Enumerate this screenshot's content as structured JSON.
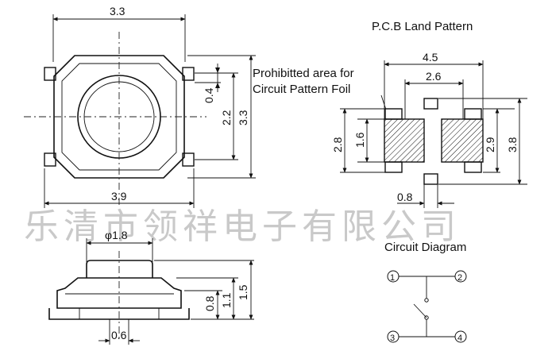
{
  "top_view": {
    "width_dim": "3.3",
    "overall_dim": "3.9",
    "dim_04": "0.4",
    "dim_22": "2.2",
    "dim_33": "3.3"
  },
  "side_view": {
    "diameter_dim": "φ1.8",
    "dim_08": "0.8",
    "dim_11": "1.1",
    "dim_15": "1.5",
    "dim_06": "0.6"
  },
  "pcb": {
    "title": "P.C.B Land Pattern",
    "prohibit_line1": "Prohibitted area for",
    "prohibit_line2": "Circuit Pattern Foil",
    "dim_45": "4.5",
    "dim_26": "2.6",
    "dim_28": "2.8",
    "dim_16": "1.6",
    "dim_29": "2.9",
    "dim_38": "3.8",
    "dim_08": "0.8"
  },
  "circuit": {
    "title": "Circuit Diagram",
    "pin1": "1",
    "pin2": "2",
    "pin3": "3",
    "pin4": "4"
  },
  "watermark": "乐清市领祥电子有限公司"
}
